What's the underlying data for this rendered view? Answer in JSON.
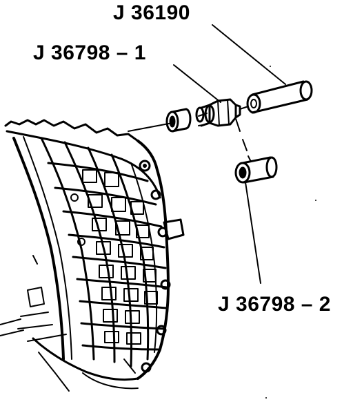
{
  "callouts": {
    "tool_j36190": "J 36190",
    "tool_j36798_1": "J 36798 – 1",
    "tool_j36798_2": "J 36798 – 2"
  },
  "colors": {
    "ink": "#000000",
    "paper": "#ffffff"
  }
}
